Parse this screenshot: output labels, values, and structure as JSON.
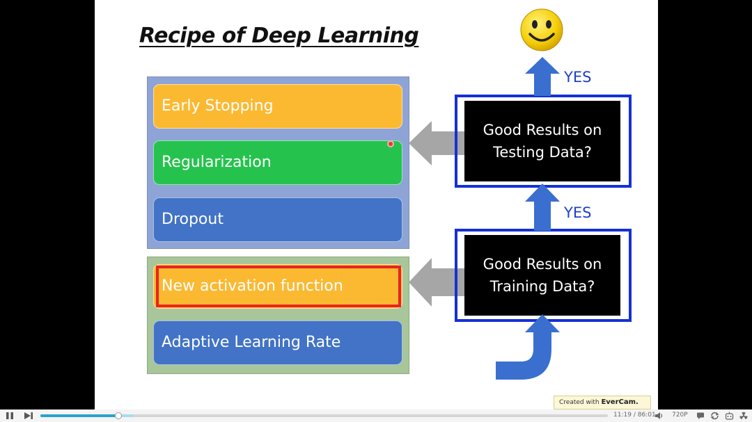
{
  "slide": {
    "title": "Recipe of Deep Learning",
    "methods_top": [
      {
        "label": "Early Stopping",
        "color": "#fbb932"
      },
      {
        "label": "Regularization",
        "color": "#25c34e"
      },
      {
        "label": "Dropout",
        "color": "#4273c6"
      }
    ],
    "methods_bottom": [
      {
        "label": "New activation function",
        "color": "#fbb932",
        "highlighted": true
      },
      {
        "label": "Adaptive Learning Rate",
        "color": "#4273c6"
      }
    ],
    "question_testing": "Good Results on\nTesting Data?",
    "question_training": "Good Results on\nTraining Data?",
    "yes_label": "YES",
    "watermark_prefix": "Created with",
    "watermark_brand": "EverCam."
  },
  "colors": {
    "frame_blue": "#1530d6",
    "arrow_blue": "#3a6fd0",
    "arrow_gray": "#a6a6a6",
    "highlight_red": "#e8241e",
    "progress": "#29a3d1"
  },
  "player": {
    "time_current": "11:19",
    "time_separator": "/",
    "time_total": "86:01",
    "quality": "720P",
    "progress_fraction": 0.137,
    "buffer_fraction": 0.165,
    "icons": [
      "pause-icon",
      "next-icon",
      "volume-icon",
      "comment-icon",
      "loop-icon",
      "robot-icon",
      "radiation-icon"
    ]
  }
}
